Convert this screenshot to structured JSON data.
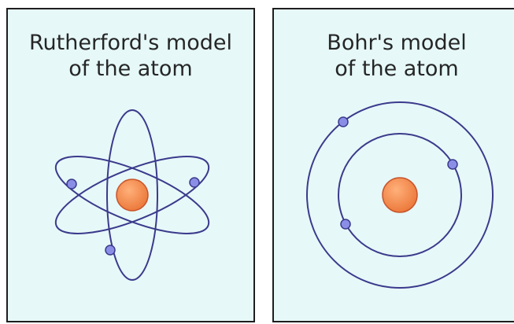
{
  "panels": {
    "rutherford": {
      "title_line1": "Rutherford's model",
      "title_line2": "of the atom"
    },
    "bohr": {
      "title_line1": "Bohr's model",
      "title_line2": "of the atom"
    }
  },
  "colors": {
    "panel_background": "#e6f8f8",
    "border": "#1e1e1e",
    "orbit": "#3b3a8c",
    "electron_fill": "#8a8ee6",
    "nucleus_fill": "#f28a50",
    "nucleus_stroke": "#c8542a",
    "text": "#262626"
  }
}
